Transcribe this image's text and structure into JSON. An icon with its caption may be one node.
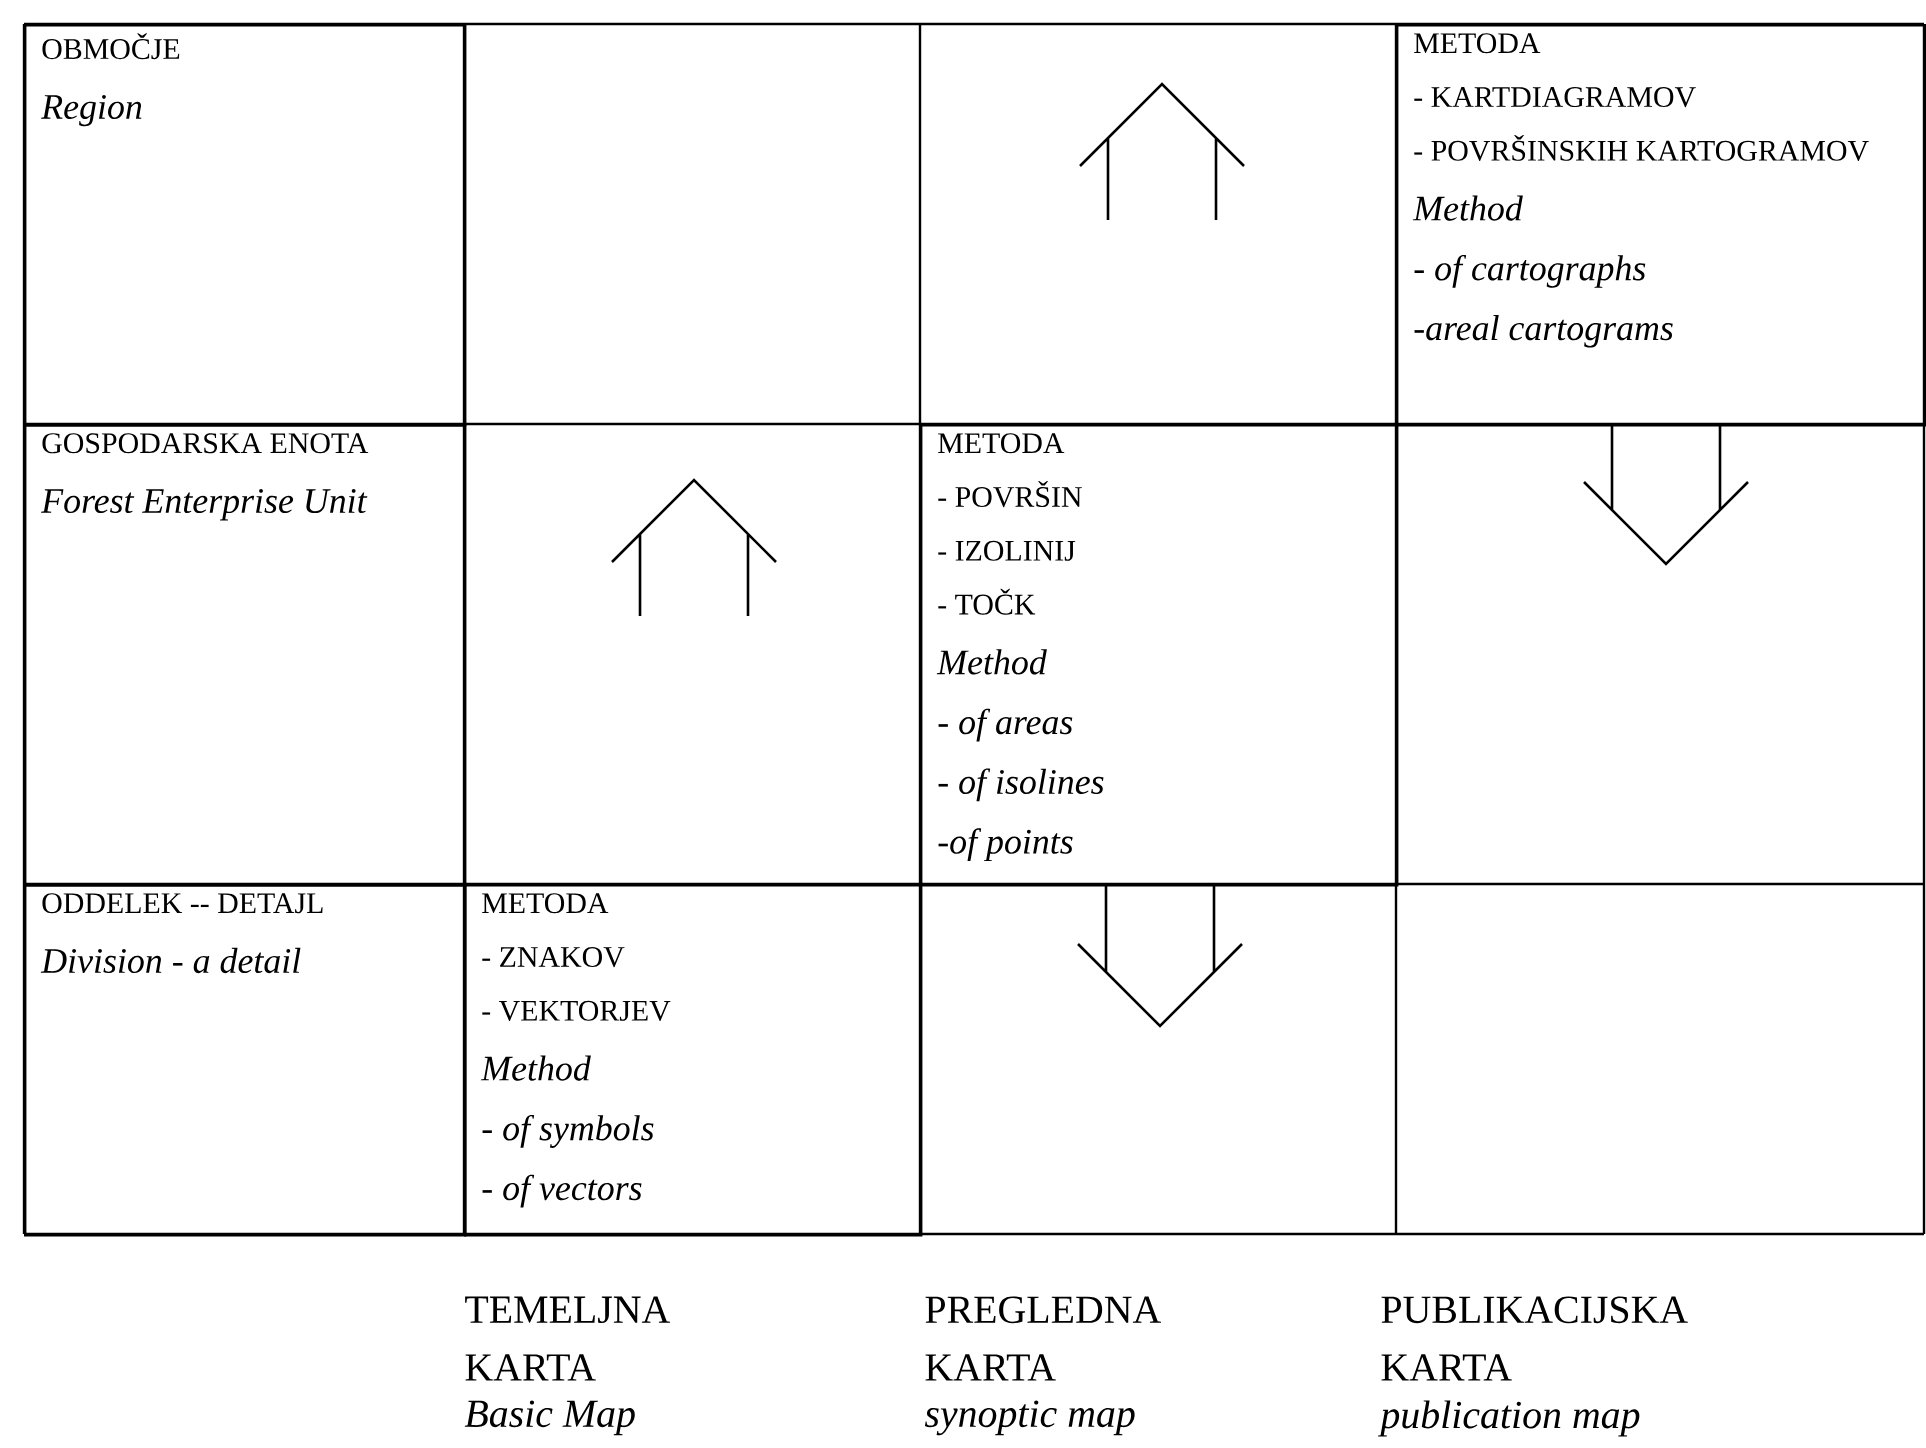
{
  "diagram": {
    "nodes": [
      {
        "text": [
          "OBMOČJE",
          "Region"
        ]
      },
      {
        "text": [
          "METODA",
          "- KARTDIAGRAMOV",
          "- POVRŠINSKIH KARTOGRAMOV",
          "Method",
          "- of cartographs",
          "-areal cartograms"
        ]
      },
      {
        "text": [
          "GOSPODARSKA ENOTA",
          "Forest Enterprise Unit"
        ]
      },
      {
        "text": [
          "METODA",
          "- POVRŠIN",
          "- IZOLINIJ",
          "- TOČK",
          "Method",
          "- of areas",
          "- of isolines",
          "-of points"
        ]
      },
      {
        "text": [
          "ODDELEK -- DETAJL",
          "Division - a detail"
        ]
      },
      {
        "text": [
          "METODA",
          "- ZNAKOV",
          "- VEKTORJEV",
          "Method",
          "- of symbols",
          "- of vectors"
        ]
      }
    ],
    "labels": [
      "TEMELJNA KARTA",
      "Basic Map",
      "PREGLEDNA KARTA",
      "synoptic map",
      "PUBLIKACIJSKA KARTA",
      "publication map"
    ]
  }
}
